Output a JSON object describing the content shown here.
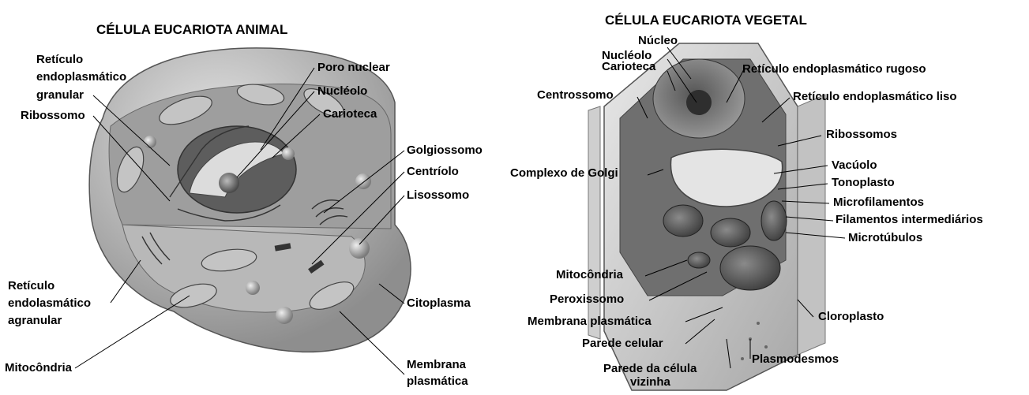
{
  "animal": {
    "title": "CÉLULA EUCARIOTA ANIMAL",
    "labels": {
      "reticulo_granular_1": "Retículo",
      "reticulo_granular_2": "endoplasmático",
      "reticulo_granular_3": "granular",
      "ribossomo": "Ribossomo",
      "reticulo_agranular_1": "Retículo",
      "reticulo_agranular_2": "endolasmático",
      "reticulo_agranular_3": "agranular",
      "mitocondria": "Mitocôndria",
      "poro_nuclear": "Poro nuclear",
      "nucleolo": "Nucléolo",
      "carioteca": "Carioteca",
      "golgiossomo": "Golgiossomo",
      "centriolo": "Centríolo",
      "lisossomo": "Lisossomo",
      "citoplasma": "Citoplasma",
      "membrana_1": "Membrana",
      "membrana_2": "plasmática"
    }
  },
  "vegetal": {
    "title": "CÉLULA EUCARIOTA VEGETAL",
    "labels": {
      "nucleo": "Núcleo",
      "nucleolo": "Nucléolo",
      "carioteca": "Carioteca",
      "centrossomo": "Centrossomo",
      "complexo_golgi": "Complexo de Golgi",
      "rer": "Retículo endoplasmático rugoso",
      "rel": "Retículo endoplasmático liso",
      "ribossomos": "Ribossomos",
      "vacuolo": "Vacúolo",
      "tonoplasto": "Tonoplasto",
      "microfilamentos": "Microfilamentos",
      "filamentos": "Filamentos intermediários",
      "microtubulos": "Microtúbulos",
      "mitocondria": "Mitocôndria",
      "peroxissomo": "Peroxissomo",
      "membrana": "Membrana plasmática",
      "parede": "Parede celular",
      "parede_vizinha_1": "Parede da célula",
      "parede_vizinha_2": "vizinha",
      "cloroplasto": "Cloroplasto",
      "plasmodesmos": "Plasmodesmos"
    }
  }
}
